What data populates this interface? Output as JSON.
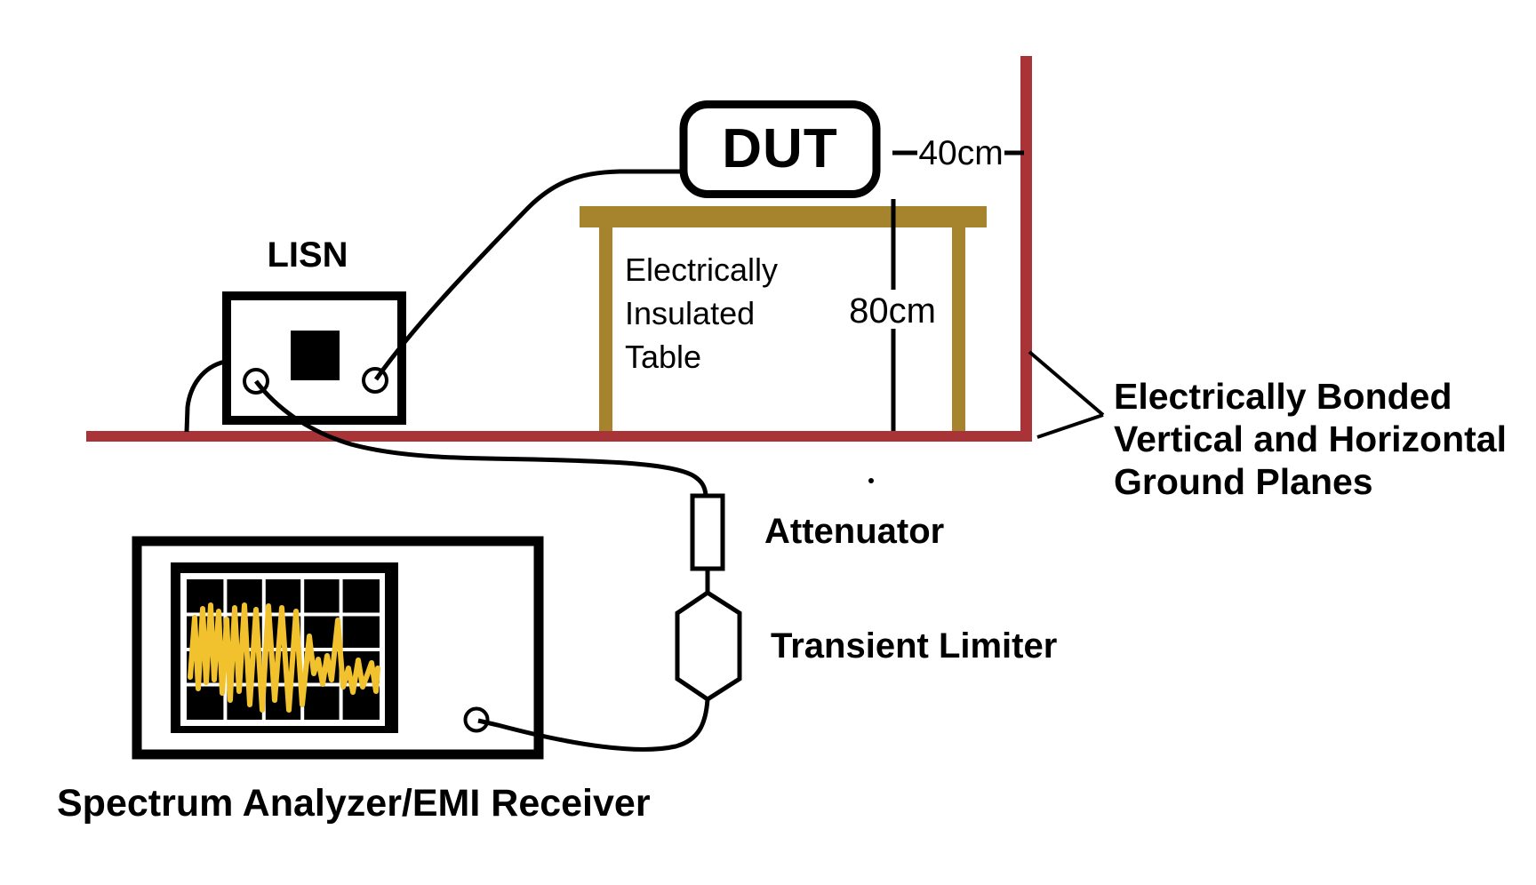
{
  "diagram": {
    "type": "EMC conducted-emissions test setup diagram",
    "labels": {
      "dut": "DUT",
      "lisn": "LISN",
      "table": [
        "Electrically",
        "Insulated",
        "Table"
      ],
      "dim_40cm": "40cm",
      "dim_80cm": "80cm",
      "attenuator": "Attenuator",
      "transient_limiter": "Transient Limiter",
      "ground_planes": [
        "Electrically Bonded",
        "Vertical and Horizontal",
        "Ground Planes"
      ],
      "analyzer": "Spectrum Analyzer/EMI Receiver"
    },
    "colors": {
      "ground_plane": "#A93438",
      "table": "#A6842E",
      "waveform": "#F2C12E",
      "ink": "#000000",
      "screen_bg": "#000000",
      "screen_grid": "#FFFFFF",
      "background": "#FFFFFF"
    }
  }
}
